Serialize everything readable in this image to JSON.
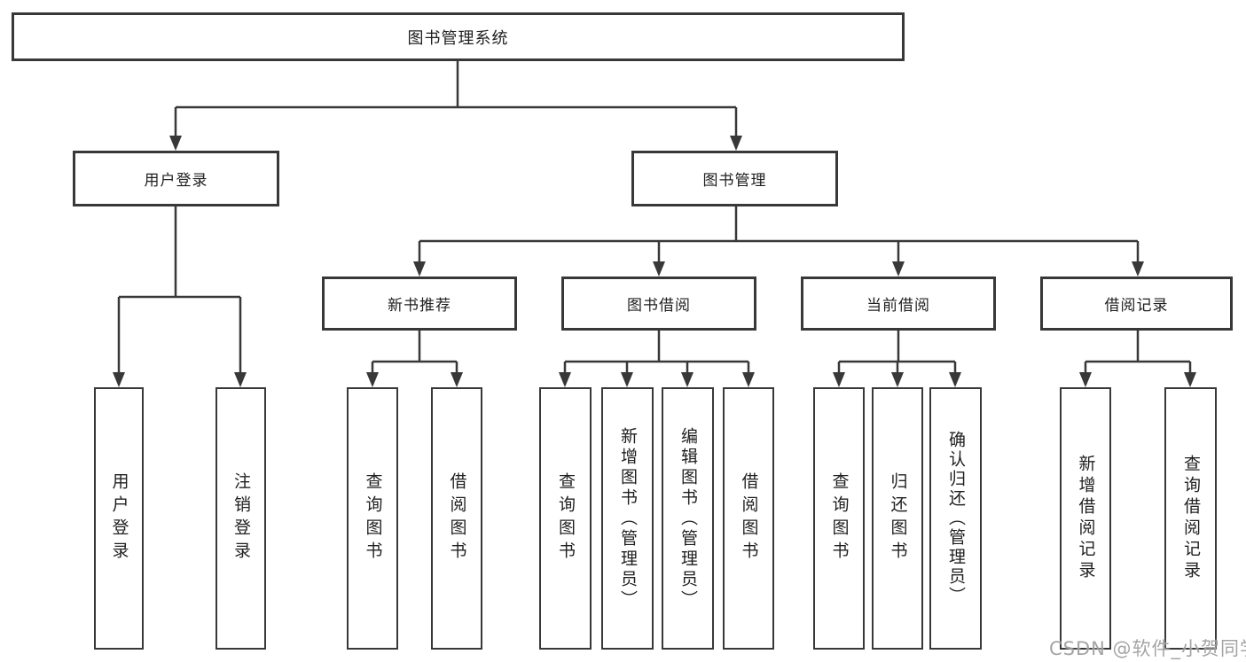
{
  "diagram": {
    "type": "hierarchy-tree",
    "title": "图书管理系统",
    "nodes": {
      "root": {
        "label": "图书管理系统"
      },
      "user_login": {
        "label": "用户登录"
      },
      "book_management": {
        "label": "图书管理"
      },
      "new_book_recommend": {
        "label": "新书推荐"
      },
      "book_borrowing": {
        "label": "图书借阅"
      },
      "current_borrowing": {
        "label": "当前借阅"
      },
      "borrowing_records": {
        "label": "借阅记录"
      },
      "leaves": {
        "user_login": [
          "用户登录",
          "注销登录"
        ],
        "new_book_recommend": [
          "查询图书",
          "借阅图书"
        ],
        "book_borrowing": [
          "查询图书",
          "新增图书（管理员）",
          "编辑图书（管理员）",
          "借阅图书"
        ],
        "current_borrowing": [
          "查询图书",
          "归还图书",
          "确认归还（管理员）"
        ],
        "borrowing_records": [
          "新增借阅记录",
          "查询借阅记录"
        ]
      }
    },
    "colors": {
      "line": "#383838",
      "box_border": "#383838",
      "text": "#1f1f1f",
      "background": "#ffffff",
      "watermark": "#9a9a9a"
    }
  },
  "watermark": {
    "text": "CSDN @软件_小贺同学"
  }
}
